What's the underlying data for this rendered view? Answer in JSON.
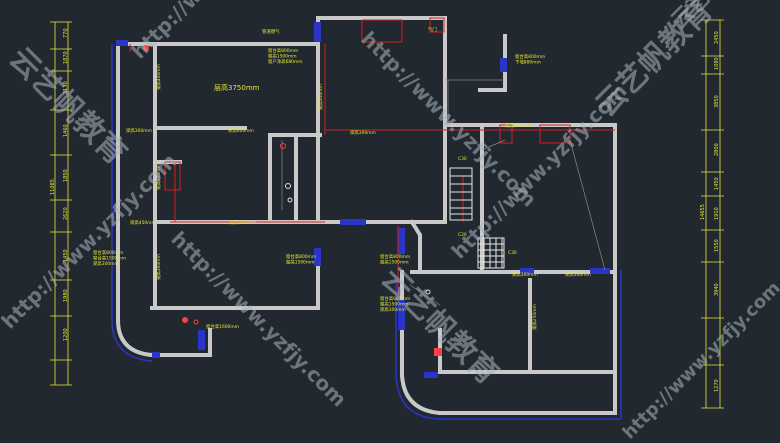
{
  "drawing": {
    "ceiling_height_note": "层高3750mm",
    "labels": {
      "top_gas": "管道燃气",
      "top_stack": "窗台高800mm\n窗高1500mm\n窗户净高680mm",
      "top_door": "气门",
      "right_window": "窗台高800mm\n下墙880mm",
      "beam_top_left": "梁高400mm",
      "beam_mid": "梁高300mm",
      "beam_center": "梁高600mm",
      "beam_horizontal": "梁高300mm",
      "beam_corridor": "梁高300mm",
      "beam_left_a": "梁高300mm",
      "beam_left_b": "梁高450mm",
      "beam_left_c": "梁高400mm",
      "beam_left_d": "梁高300mm",
      "lower_left_stack": "窗台高800mm\n窗台高1500mm\n梁高300mm",
      "lower_window": "窗台高1600mm",
      "mid_window": "窗台高800mm\n窗高1500mm",
      "lower_mid_window": "窗台高800mm\n窗高1500mm",
      "right_beam_a": "梁高250mm",
      "right_beam_b": "梁高300mm",
      "right_beam_c": "梁高300mm",
      "right_beam_vertical": "梁高250mm",
      "right_lower_window": "窗台高800mm\n窗高1500mm\n梁高300mm",
      "stair_mark_a": "C30",
      "stair_mark_b": "C20",
      "stair_mark_c": "C30"
    },
    "left_dims": [
      "770",
      "1870",
      "3130",
      "1460",
      "1850",
      "2620",
      "1450",
      "1980",
      "1200"
    ],
    "left_total": "11085",
    "right_dims": [
      "2450",
      "1080",
      "3850",
      "2800",
      "1450",
      "1910",
      "1550",
      "3940",
      "1270"
    ],
    "right_total": "14655",
    "watermark_url": "http://www.yzfjy.com",
    "watermark_brand": "云艺帆教育",
    "colors": {
      "background": "#212830",
      "wall": "#c9c9c9",
      "dimension": "#e8e830",
      "window": "#2a35c8",
      "red_line": "#d81e1e",
      "stair": "#e6e6e6",
      "fixture": "#ff4040"
    }
  }
}
